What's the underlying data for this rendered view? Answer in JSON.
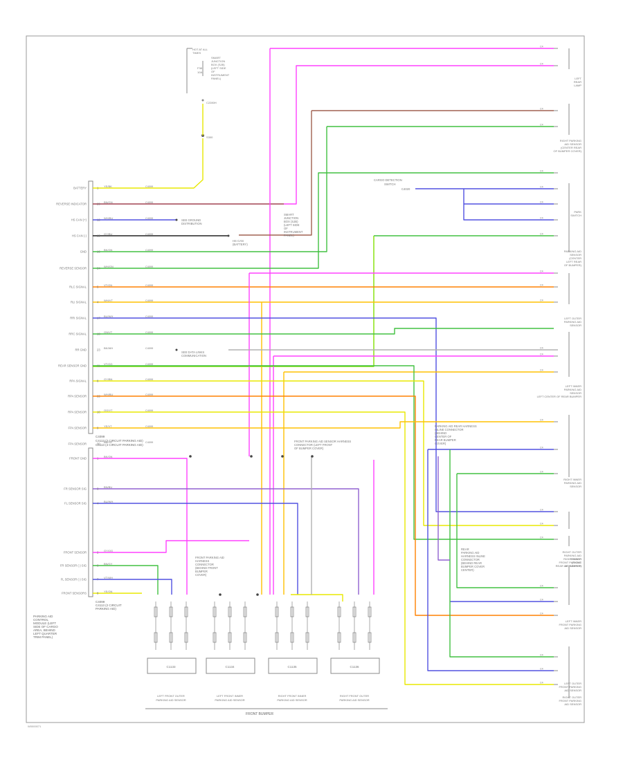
{
  "diagram": {
    "footer_code": "W0000071",
    "control_module": {
      "title": [
        "PARKING AID",
        "CONTROL",
        "MODULE (LEFT",
        "SIDE OF CARGO",
        "AREA, BEHIND",
        "LEFT QUARTER",
        "TRIM PANEL)"
      ],
      "connector_top": [
        "C4099",
        "C4113  (2 CIRCUIT PARKING AID)",
        "C4113  (4 CIRCUIT PARKING AID)"
      ],
      "connector_bottom": [
        "C4099",
        "C4113  (2 CIRCUIT",
        "PARKING AID)"
      ]
    },
    "top_fuse": {
      "label": [
        "HOT AT ALL",
        "TIMES"
      ],
      "note": [
        "SMART",
        "JUNCTION",
        "BOX (SJB)",
        "(LEFT SIDE",
        "OF",
        "INSTRUMENT",
        "PANEL)"
      ],
      "fuse": [
        "F38",
        "10A"
      ],
      "connector": "C2280H",
      "splice": "S300"
    },
    "pins": [
      {
        "num": "1",
        "label": "BATTERY",
        "wire": "YE/BK"
      },
      {
        "num": "29",
        "label": "REVERSE INDICATOR",
        "wire": "BN/GN"
      },
      {
        "num": "12",
        "label": "HS CAN (+)",
        "wire": "WH/BU"
      },
      {
        "num": "13",
        "label": "HS CAN (-)",
        "wire": "GY/BU"
      },
      {
        "num": "16",
        "label": "GND",
        "wire": "BK/GN"
      },
      {
        "num": "24",
        "label": "REVERSE SENSOR",
        "wire": "WH/GN"
      },
      {
        "num": "5",
        "label": "RLC SIGNAL",
        "wire": "VT/GN"
      },
      {
        "num": "4",
        "label": "RLI SIGNAL",
        "wire": "WH/VT"
      },
      {
        "num": "17",
        "label": "RRI SIGNAL",
        "wire": "BU/WH"
      },
      {
        "num": "18",
        "label": "RRC SIGNAL",
        "wire": "GN/VT"
      },
      {
        "num": "23",
        "label": "RR GND",
        "wire": "BK/WH"
      },
      {
        "num": "11",
        "label": "REAR SENSOR GND",
        "wire": "VT/OG"
      },
      {
        "num": "8",
        "label": "RPA SIGNAL",
        "wire": "GY/BN"
      },
      {
        "num": "22",
        "label": "RPA SENSOR",
        "wire": "WH/BU"
      },
      {
        "num": "10",
        "label": "RPA SENSOR",
        "wire": "OG/VT"
      },
      {
        "num": "9",
        "label": "FPA SENSOR",
        "wire": "YE/VT"
      },
      {
        "num": "30",
        "label": "FPA SENSOR",
        "wire": "BN/YE"
      }
    ],
    "pins_lower": [
      {
        "num": "1",
        "label": "FRONT GND",
        "wire": "BK/GN"
      },
      {
        "num": "3",
        "label": "FR SENSOR SIG",
        "wire": "BN/BU"
      },
      {
        "num": "4",
        "label": "FL SENSOR SIG",
        "wire": "BU/WH"
      },
      {
        "num": "2",
        "label": "FRONT SENSOR",
        "wire": "GY/OG"
      },
      {
        "num": "6",
        "label": "FR SENSOR (-) SIG",
        "wire": "BN/GY"
      },
      {
        "num": "7",
        "label": "FL SENSOR (-) SIG",
        "wire": "VT/WH"
      },
      {
        "num": "8",
        "label": "FRONT SENSORS",
        "wire": "YE/GN"
      }
    ],
    "notes": {
      "sjb_note": [
        "SMART",
        "JUNCTION",
        "BOX (SJB)",
        "(LEFT SIDE",
        "OF",
        "INSTRUMENT",
        "PANEL)"
      ],
      "see_ground": [
        "SEE GROUND",
        "DISTRIBUTION"
      ],
      "hs_can": [
        "HS CAN",
        "(BATTERY)"
      ],
      "see_data_links": [
        "SEE DATA LINKS",
        "COMMUNICATION"
      ],
      "front_harness": [
        "FRONT PARKING AID SENSOR HARNESS",
        "CONNECTOR (LEFT FRONT",
        "OF BUMPER COVER)"
      ],
      "rear_harness": [
        "PARKING AID REAR HARNESS",
        "INLINE CONNECTOR",
        "(BEHIND",
        "CENTER OF",
        "REAR BUMPER",
        "COVER)"
      ],
      "rear_harness2": [
        "REAR",
        "PARKING AID",
        "HARNESS INLINE",
        "CONNECTOR",
        "(BEHIND REAR",
        "BUMPER COVER",
        "CENTER)"
      ],
      "cargo_switch": [
        "CARGO DETECTION",
        "SWITCH",
        "C4020"
      ],
      "front_parking_mod": [
        "FRONT PARKING AID",
        "HARNESS",
        "CONNECTOR",
        "(BEHIND FRONT",
        "BUMPER",
        "COVER)"
      ]
    },
    "right_components": [
      {
        "label": [
          "LEFT",
          "REAR",
          "LAMP"
        ]
      },
      {
        "label": [
          "RIGHT PARKING",
          "AID SENSOR",
          "(CENTER REAR",
          "OF BUMPER COVER)"
        ]
      },
      {
        "label": [
          "PARKING AID",
          "SENSOR",
          "(CENTER",
          "LEFT REAR",
          "OF BUMPER)"
        ]
      },
      {
        "label": [
          "PARK",
          "SWITCH"
        ]
      },
      {
        "label": [
          "LEFT OUTER",
          "PARKING AID",
          "SENSOR"
        ]
      },
      {
        "label": [
          "LEFT INNER",
          "PARKING AID",
          "SENSOR",
          "LEFT CENTER OF REAR BUMPER"
        ]
      },
      {
        "label": [
          "RIGHT INNER",
          "PARKING AID",
          "SENSOR"
        ]
      },
      {
        "label": [
          "RIGHT OUTER",
          "PARKING AID",
          "SENSOR",
          "(RIGHT",
          "REAR OF BUMPER)"
        ]
      },
      {
        "label": [
          "RIGHT INNER",
          "FRONT PARKING",
          "AID SENSOR"
        ]
      },
      {
        "label": [
          "LEFT INNER",
          "FRONT PARKING",
          "AID SENSOR"
        ]
      },
      {
        "label": [
          "LEFT OUTER",
          "FRONT PARKING",
          "AID SENSOR"
        ]
      },
      {
        "label": [
          "RIGHT OUTER",
          "FRONT PARKING",
          "AID SENSOR"
        ]
      }
    ],
    "bottom_sensors": [
      {
        "label": [
          "LEFT FRONT OUTER",
          "PARKING AID SENSOR"
        ],
        "connector": "C1133"
      },
      {
        "label": [
          "LEFT FRONT INNER",
          "PARKING AID SENSOR"
        ],
        "connector": "C1134"
      },
      {
        "label": [
          "RIGHT FRONT INNER",
          "PARKING AID SENSOR"
        ],
        "connector": "C1135"
      },
      {
        "label": [
          "RIGHT FRONT OUTER",
          "PARKING AID SENSOR"
        ],
        "connector": "C1136"
      }
    ],
    "front_bumper_label": "FRONT BUMPER",
    "colors": {
      "yellow": "#e8e800",
      "brown": "#a06050",
      "blue": "#5050e0",
      "green": "#40c040",
      "pink": "#ff40ff",
      "orange": "#ff8000",
      "gold": "#ffc000",
      "violet": "#9060d0",
      "gray": "#b0b0b0",
      "lime": "#80e000",
      "black": "#202020"
    }
  }
}
